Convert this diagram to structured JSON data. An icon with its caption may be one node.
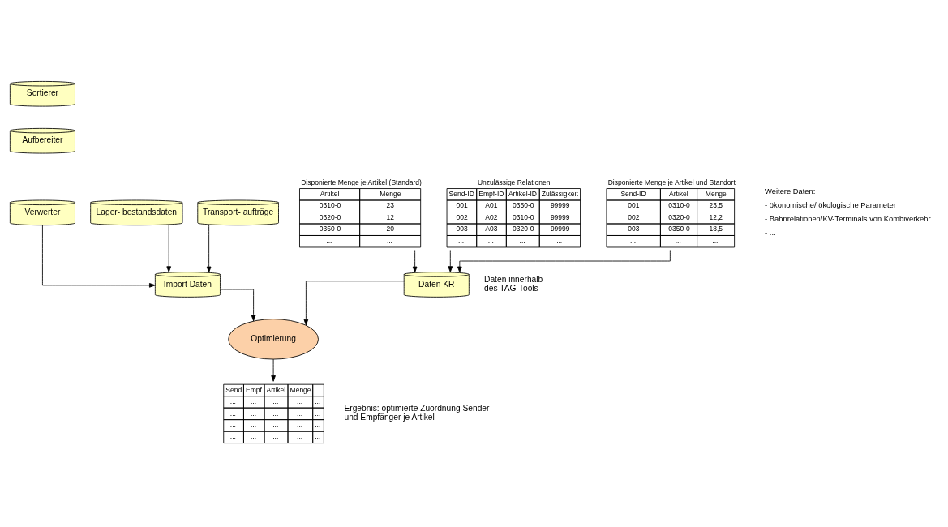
{
  "diagram": {
    "nodes": [
      {
        "text": [
          "Sortierer"
        ]
      },
      {
        "text": [
          "Aufbereiter"
        ]
      },
      {
        "text": [
          "Verwerter"
        ]
      },
      {
        "text": [
          "Lager- bestandsdaten"
        ]
      },
      {
        "text": [
          "Transport- aufträge"
        ]
      },
      {
        "text": [
          "Disponierte Menge je Artikel (Standard)",
          "Artikel",
          "Menge",
          "0310-0",
          "23",
          "0320-0",
          "12",
          "0350-0",
          "20",
          "...",
          "..."
        ]
      },
      {
        "text": [
          "Unzulässige Relationen",
          "Send-ID",
          "Empf-ID",
          "Artikel-ID",
          "Zulässigkeit",
          "001",
          "A01",
          "0350-0",
          "99999",
          "002",
          "A02",
          "0310-0",
          "99999",
          "003",
          "A03",
          "0320-0",
          "99999",
          "...",
          "...",
          "...",
          "..."
        ]
      },
      {
        "text": [
          "Disponierte Menge je Artikel und Standort",
          "Send-ID",
          "Artikel",
          "Menge",
          "001",
          "0310-0",
          "23,5",
          "002",
          "0320-0",
          "12,2",
          "003",
          "0350-0",
          "18,5",
          "...",
          "...",
          "..."
        ]
      },
      {
        "text": [
          "Import Daten"
        ]
      },
      {
        "text": [
          "Daten KR"
        ],
        "beside": [
          "Daten innerhalb des TAG-Tools"
        ]
      },
      {
        "text": [
          "Optimierung"
        ]
      },
      {
        "text": [
          "Send",
          "Empf",
          "Artikel",
          "Menge",
          "...",
          "...",
          "...",
          "...",
          "...",
          "...",
          "...",
          "...",
          "...",
          "...",
          "...",
          "...",
          "...",
          "...",
          "...",
          "...",
          "...",
          "...",
          "...",
          "...",
          "..."
        ],
        "beside": [
          "Ergebnis: optimierte Zuordnung Sender und Empfänger je Artikel"
        ]
      }
    ],
    "edges": [
      {
        "from": 2,
        "to": 8,
        "arrow": "to"
      },
      {
        "from": 3,
        "to": 8,
        "arrow": "to"
      },
      {
        "from": 4,
        "to": 8,
        "arrow": "to"
      },
      {
        "from": 5,
        "to": 9,
        "arrow": "to"
      },
      {
        "from": 6,
        "to": 9,
        "arrow": "to"
      },
      {
        "from": 7,
        "to": 9,
        "arrow": "to"
      },
      {
        "from": 8,
        "to": 10,
        "arrow": "to"
      },
      {
        "from": 9,
        "to": 10,
        "arrow": "to"
      },
      {
        "from": 10,
        "to": 11,
        "arrow": "to"
      }
    ],
    "labels": [
      "Weitere Daten:",
      "- ökonomische/ ökologische Parameter",
      "- Bahnrelationen/KV-Terminals von Kombiverkehr",
      "- ..."
    ]
  }
}
